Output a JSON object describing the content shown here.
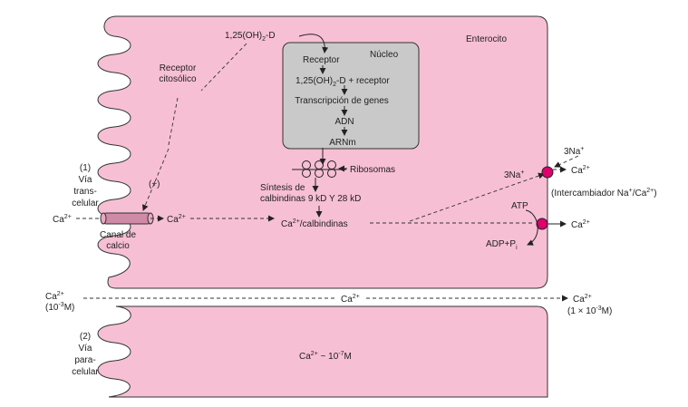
{
  "colors": {
    "cell": "#f7bfd4",
    "nucleus": "#c9c9c9",
    "transporter": "#e0006e",
    "channel": "#cf8aa6"
  },
  "cell_label": "Enterocito",
  "vitamin": {
    "base": "1,25(OH)",
    "sub": "2",
    "tail": "-D"
  },
  "nucleus": {
    "title": "Núcleo",
    "receptor": "Receptor",
    "complex_base": "1,25(OH)",
    "complex_sub": "2",
    "complex_tail": "-D + receptor",
    "transcription": "Transcripción de genes",
    "dna": "ADN",
    "mrna": "ARNm"
  },
  "cytosolic_receptor": [
    "Receptor",
    "citosólico"
  ],
  "plus_sign": "(+)",
  "ribosomes": "Ribosomas",
  "calbindin_synthesis": [
    "Síntesis de",
    "calbindinas 9 kD Y 28 kD"
  ],
  "ca_calbindin": {
    "ion": "Ca",
    "sup": "2+",
    "tail": "/calbindinas"
  },
  "ca": {
    "ion": "Ca",
    "sup": "2+"
  },
  "pathway1": {
    "number": "(1)",
    "lines": [
      "Vía",
      "trans-",
      "celular"
    ]
  },
  "channel_label": [
    "Canal de",
    "calcio"
  ],
  "exchanger": {
    "na_top": {
      "text": "3Na",
      "sup": "+"
    },
    "na_in": {
      "text": "3Na",
      "sup": "+"
    },
    "label": {
      "pre": "(Intercambiador Na",
      "sup1": "+",
      "mid": "/Ca",
      "sup2": "2+",
      "post": ")"
    }
  },
  "atp": "ATP",
  "adp": {
    "text": "ADP+P",
    "sub": "i"
  },
  "lumen_conc": {
    "pre": "(10",
    "sup": "-3",
    "post": "M)"
  },
  "blood_conc": {
    "pre": "(1 × 10",
    "sup": "-3",
    "post": "M)"
  },
  "pathway2": {
    "number": "(2)",
    "lines": [
      "Vía",
      "para-",
      "celular"
    ]
  },
  "cell2_conc": {
    "ion": "Ca",
    "sup": "2+",
    "mid": " ~ 10",
    "sup2": "-7",
    "post": "M"
  }
}
